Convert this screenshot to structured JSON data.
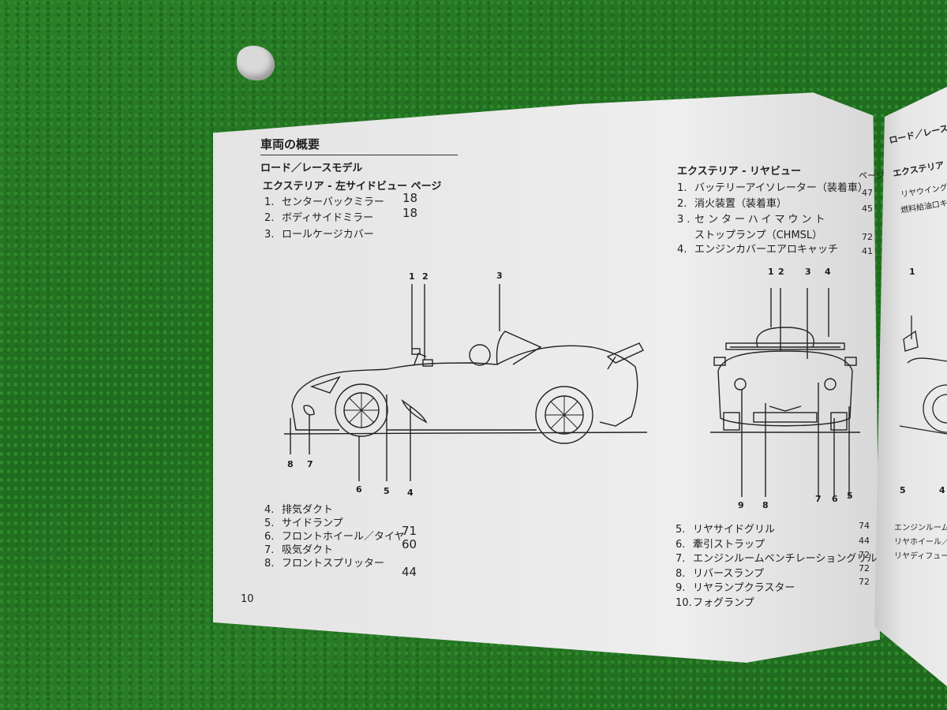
{
  "page_number": "10",
  "title": "車両の概要",
  "subtitle": "ロード／レースモデル",
  "left": {
    "header": "エクステリア - 左サイドビュー",
    "header_page": "ページ",
    "items": [
      {
        "n": "1.",
        "label": "センターバックミラー",
        "page": "18"
      },
      {
        "n": "2.",
        "label": "ボディサイドミラー",
        "page": "18"
      },
      {
        "n": "3.",
        "label": "ロールケージカバー",
        "page": ""
      }
    ],
    "callouts_top": [
      "1",
      "2",
      "3"
    ],
    "callouts_bottom": [
      "8",
      "7",
      "6",
      "5",
      "4"
    ],
    "items_bottom": [
      {
        "n": "4.",
        "label": "排気ダクト",
        "page": ""
      },
      {
        "n": "5.",
        "label": "サイドランプ",
        "page": ""
      },
      {
        "n": "6.",
        "label": "フロントホイール／タイヤ",
        "page": "71"
      },
      {
        "n": "7.",
        "label": "吸気ダクト",
        "page": "60"
      },
      {
        "n": "8.",
        "label": "フロントスプリッター",
        "page": "44"
      }
    ]
  },
  "right": {
    "header": "エクステリア - リヤビュー",
    "header_page": "ページ",
    "items": [
      {
        "n": "1.",
        "label": "バッテリーアイソレーター（装着車）",
        "page": "47"
      },
      {
        "n": "2.",
        "label": "消火装置（装着車）",
        "page": "45"
      },
      {
        "n": "3.",
        "label": "センターハイマウント",
        "page": ""
      },
      {
        "n": "",
        "label": "ストップランプ（CHMSL）",
        "page": "72"
      },
      {
        "n": "4.",
        "label": "エンジンカバーエアロキャッチ",
        "page": "41"
      }
    ],
    "callouts_top": [
      "1",
      "2",
      "3",
      "4"
    ],
    "callouts_bottom": [
      "9",
      "8",
      "7",
      "6",
      "5"
    ],
    "items_bottom": [
      {
        "n": "5.",
        "label": "リヤサイドグリル",
        "page": "74"
      },
      {
        "n": "6.",
        "label": "牽引ストラップ",
        "page": "44"
      },
      {
        "n": "7.",
        "label": "エンジンルームベンチレーショングリル",
        "page": "72"
      },
      {
        "n": "8.",
        "label": "リバースランプ",
        "page": "72"
      },
      {
        "n": "9.",
        "label": "リヤランプクラスター",
        "page": "72"
      },
      {
        "n": "10.",
        "label": "フォグランプ",
        "page": ""
      }
    ]
  },
  "next_page_fragments": {
    "top": "ロード／レースモデル",
    "header": "エクステリア - 右",
    "lines": [
      "リヤウイング",
      "燃料給油口キャップ"
    ],
    "callouts": [
      "1",
      "5",
      "4"
    ],
    "bottom_lines": [
      "エンジンルーム",
      "リヤホイール／",
      "リヤディフュー"
    ]
  }
}
